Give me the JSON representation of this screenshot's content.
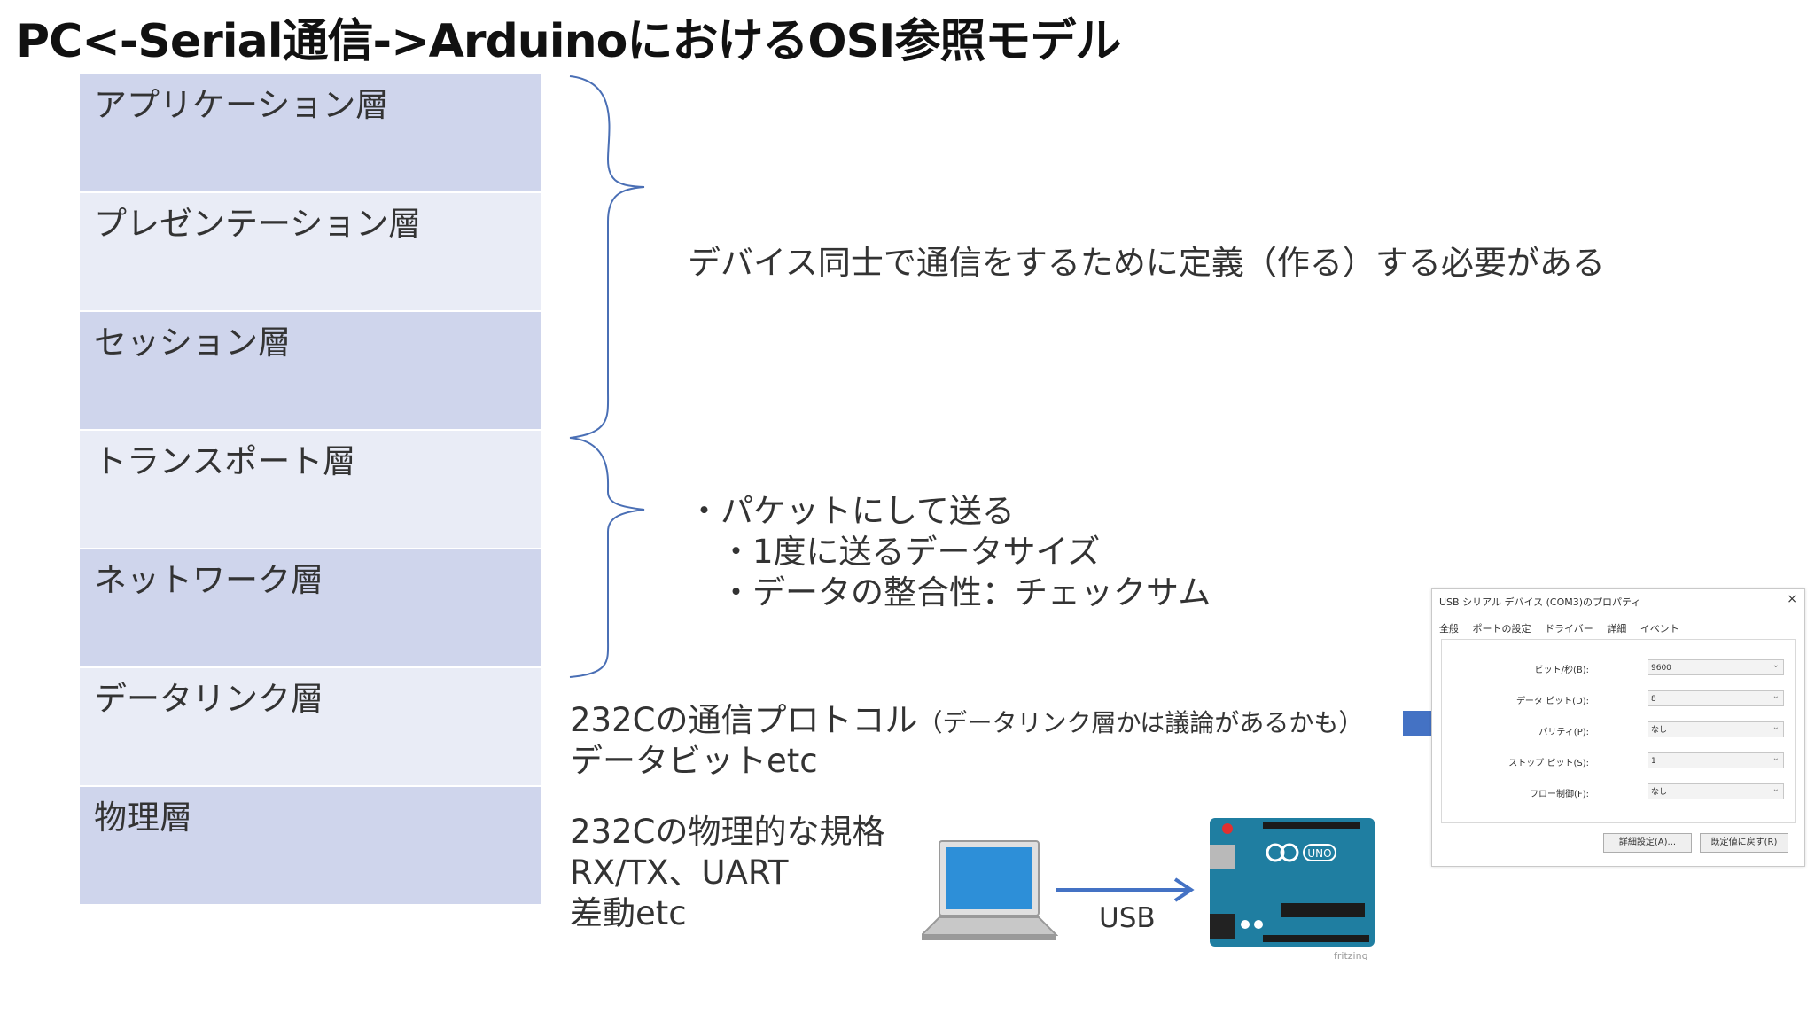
{
  "title": "PC<-Serial通信->ArduinoにおけるOSI参照モデル",
  "layers": [
    "アプリケーション層",
    "プレゼンテーション層",
    "セッション層",
    "トランスポート層",
    "ネットワーク層",
    "データリンク層",
    "物理層"
  ],
  "upper_note": "デバイス同士で通信をするために定義（作る）する必要がある",
  "middle_notes": {
    "line1": "・パケットにして送る",
    "line2": "・1度に送るデータサイズ",
    "line3": "・データの整合性：チェックサム"
  },
  "datalink_note": {
    "line1_main": "232Cの通信プロトコル",
    "line1_small": "（データリンク層かは議論があるかも）",
    "line2": "データビットetc"
  },
  "physical_note": {
    "line1": "232Cの物理的な規格",
    "line2": "RX/TX、UART",
    "line3": "差動etc"
  },
  "usb_label": "USB",
  "dialog": {
    "title": "USB シリアル デバイス (COM3)のプロパティ",
    "close": "×",
    "tabs": [
      "全般",
      "ポートの設定",
      "ドライバー",
      "詳細",
      "イベント"
    ],
    "rows": [
      {
        "label": "ビット/秒(B):",
        "value": "9600"
      },
      {
        "label": "データ ビット(D):",
        "value": "8"
      },
      {
        "label": "パリティ(P):",
        "value": "なし"
      },
      {
        "label": "ストップ ビット(S):",
        "value": "1"
      },
      {
        "label": "フロー制御(F):",
        "value": "なし"
      }
    ],
    "buttons": [
      "詳細設定(A)...",
      "既定値に戻す(R)"
    ]
  },
  "arduino": {
    "badge": "UNO",
    "brand": "fritzing"
  },
  "colors": {
    "layer_dark": "#cfd5ec",
    "layer_light": "#e9ecf6",
    "brace": "#4a6fb5",
    "arrow": "#4472c4",
    "arduino_board": "#1f7ea1"
  }
}
